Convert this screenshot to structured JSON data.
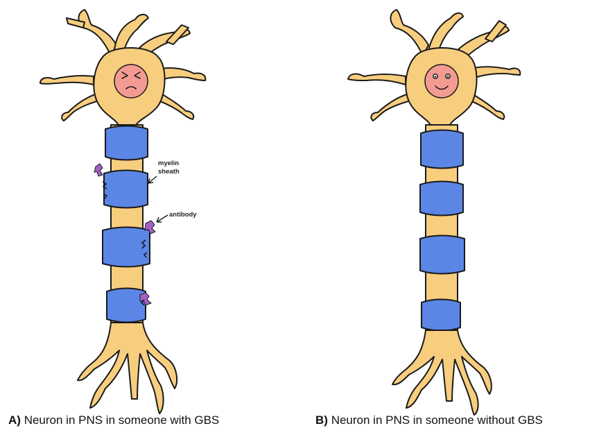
{
  "panels": [
    {
      "letter": "A)",
      "caption": "Neuron in PNS in someone with GBS",
      "face": "angry",
      "labels": {
        "myelin_line1": "myelin",
        "myelin_line2": "sheath",
        "antibody": "antibody"
      }
    },
    {
      "letter": "B)",
      "caption": "Neuron in PNS in someone without GBS",
      "face": "happy"
    }
  ],
  "colors": {
    "cell_body": "#f7cd7e",
    "nucleus": "#f39b92",
    "myelin": "#5b86e5",
    "antibody": "#a45fc7",
    "outline": "#1a1a1a"
  },
  "icons": [
    "neuron-angry-icon",
    "neuron-happy-icon",
    "antibody-icon"
  ]
}
